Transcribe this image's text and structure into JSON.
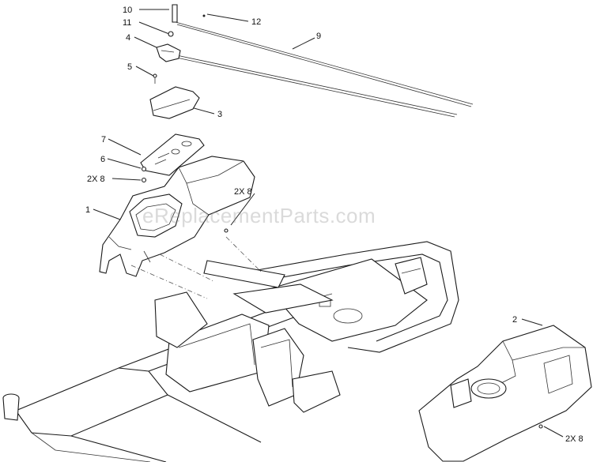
{
  "diagram": {
    "watermark": "eReplacementParts.com",
    "callouts": [
      {
        "id": "c10",
        "text": "10"
      },
      {
        "id": "c12",
        "text": "12"
      },
      {
        "id": "c11",
        "text": "11"
      },
      {
        "id": "c4",
        "text": "4"
      },
      {
        "id": "c9",
        "text": "9"
      },
      {
        "id": "c5",
        "text": "5"
      },
      {
        "id": "c3",
        "text": "3"
      },
      {
        "id": "c7",
        "text": "7"
      },
      {
        "id": "c6",
        "text": "6"
      },
      {
        "id": "c2x8a",
        "text": "2X 8"
      },
      {
        "id": "c1",
        "text": "1"
      },
      {
        "id": "c2x8b",
        "text": "2X 8"
      },
      {
        "id": "c2",
        "text": "2"
      },
      {
        "id": "c2x8c",
        "text": "2X 8"
      }
    ]
  }
}
